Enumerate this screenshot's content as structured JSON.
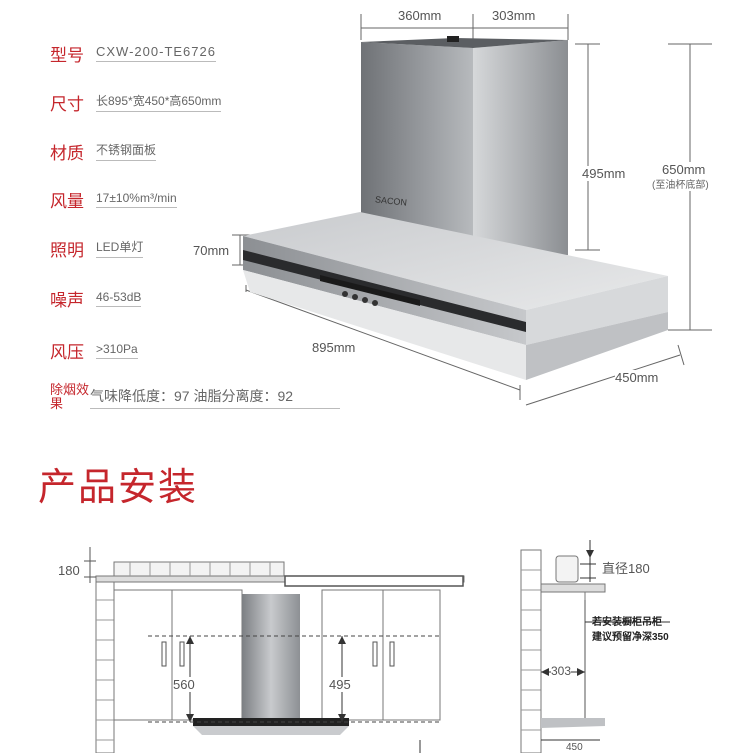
{
  "specs": [
    {
      "label": "型号",
      "value": "CXW-200-TE6726"
    },
    {
      "label": "尺寸",
      "value": "长895*宽450*高650mm"
    },
    {
      "label": "材质",
      "value": "不锈钢面板"
    },
    {
      "label": "风量",
      "value": "17±10%m³/min"
    },
    {
      "label": "照明",
      "value": "LED单灯"
    },
    {
      "label": "噪声",
      "value": "46-53dB"
    },
    {
      "label": "风压",
      "value": ">310Pa"
    },
    {
      "label": "除烟效果",
      "value": "气味降低度：97  油脂分离度：92"
    }
  ],
  "dimensions": {
    "top_width": "360mm",
    "top_depth": "303mm",
    "chimney_height": "495mm",
    "total_height": "650mm",
    "total_height_note": "(至油杯底部)",
    "panel_height": "70mm",
    "length": "895mm",
    "depth": "450mm"
  },
  "brand_mark": "SACON",
  "section_title": "产品安装",
  "install": {
    "duct_diameter_left": "180",
    "cabinet_gap": "560",
    "hood_height": "495",
    "duct_diameter_right": "直径180",
    "cabinet_note_1": "若安装橱柜吊柜",
    "cabinet_note_2": "建议预留净深350",
    "depth_303": "303",
    "bottom_cut": "450"
  },
  "colors": {
    "accent": "#c5262c",
    "steel": "#8a8d91"
  }
}
